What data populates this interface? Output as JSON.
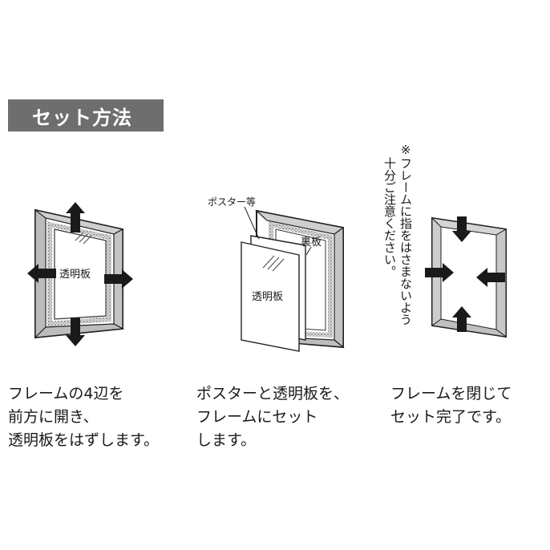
{
  "header": {
    "title": "セット方法"
  },
  "step1": {
    "label_panel": "透明板",
    "caption": [
      "フレームの4辺を",
      "前方に開き、",
      "透明板をはずします。"
    ]
  },
  "step2": {
    "label_poster": "ポスター等",
    "label_back": "裏板",
    "label_panel": "透明板",
    "caption": [
      "ポスターと透明板を、",
      "フレームにセット",
      "します。"
    ]
  },
  "step3": {
    "note": [
      "※フレームに指をはさまないよう",
      "十分ご注意ください。"
    ],
    "caption": [
      "フレームを閉じて",
      "セット完了です。"
    ]
  }
}
